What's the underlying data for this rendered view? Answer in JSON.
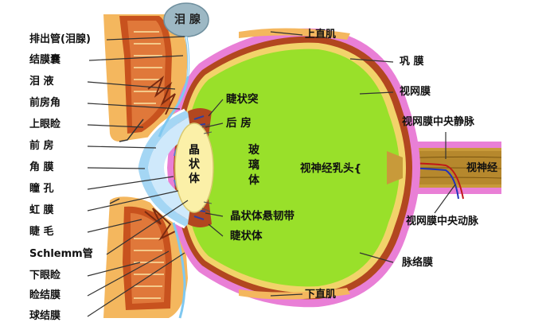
{
  "labels": {
    "lacrimal_gland": "泪 腺",
    "excretory_duct": "排出管(泪腺)",
    "conjunctival_sac": "结膜囊",
    "tear_fluid": "泪 液",
    "anterior_chamber_angle": "前房角",
    "upper_eyelid": "上眼睑",
    "anterior_chamber": "前 房",
    "cornea": "角 膜",
    "pupil": "瞳 孔",
    "iris": "虹 膜",
    "eyelash": "睫 毛",
    "schlemm_canal": "Schlemm管",
    "lower_eyelid": "下眼睑",
    "palpebral_conjunctiva": "睑结膜",
    "bulbar_conjunctiva": "球结膜",
    "superior_rectus": "上直肌",
    "sclera": "巩 膜",
    "retina": "视网膜",
    "central_retinal_vein": "视网膜中央静脉",
    "optic_nerve": "视神经",
    "central_retinal_artery": "视网膜中央动脉",
    "choroid": "脉络膜",
    "inferior_rectus": "下直肌",
    "ciliary_process": "睫状突",
    "posterior_chamber": "后 房",
    "lens": "晶状体",
    "vitreous_body": "玻璃体",
    "optic_disc": "视神经乳头{",
    "zonule": "晶状体悬韧带",
    "ciliary_body": "睫状体"
  },
  "colors": {
    "vitreous": "#99e02a",
    "sclera": "#e97fd6",
    "choroid": "#b2471f",
    "lens": "#fbf0a8",
    "cornea": "#a4d6f4",
    "iris": "#5b7cc8",
    "eyelid": "#f4b75e",
    "optic_nerve": "#c89a3a",
    "gland": "#9db8c4"
  }
}
